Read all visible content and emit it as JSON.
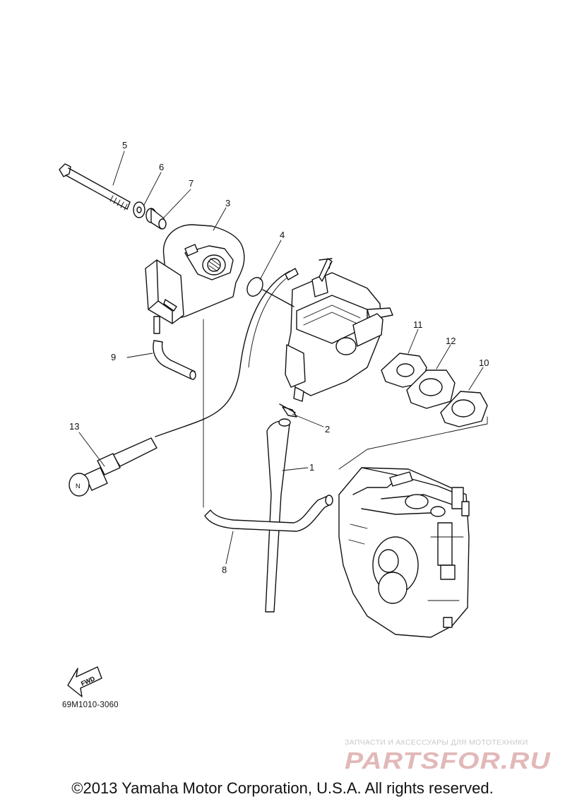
{
  "callouts": [
    "1",
    "2",
    "3",
    "4",
    "5",
    "6",
    "7",
    "8",
    "9",
    "10",
    "11",
    "12",
    "13"
  ],
  "fwd_label": "FWD",
  "knob_label": "N",
  "part_code": "69M1010-3060",
  "watermark": {
    "top_text": "ЗАПЧАСТИ И АКСЕССУАРЫ ДЛЯ МОТОТЕХНИКИ",
    "logo_text": "PARTSFOR.RU"
  },
  "copyright": "©2013 Yamaha Motor Corporation, U.S.A. All rights reserved.",
  "colors": {
    "line": "#111111",
    "watermark": "#c9c9c9",
    "watermark_logo": "#e2b8b8"
  }
}
